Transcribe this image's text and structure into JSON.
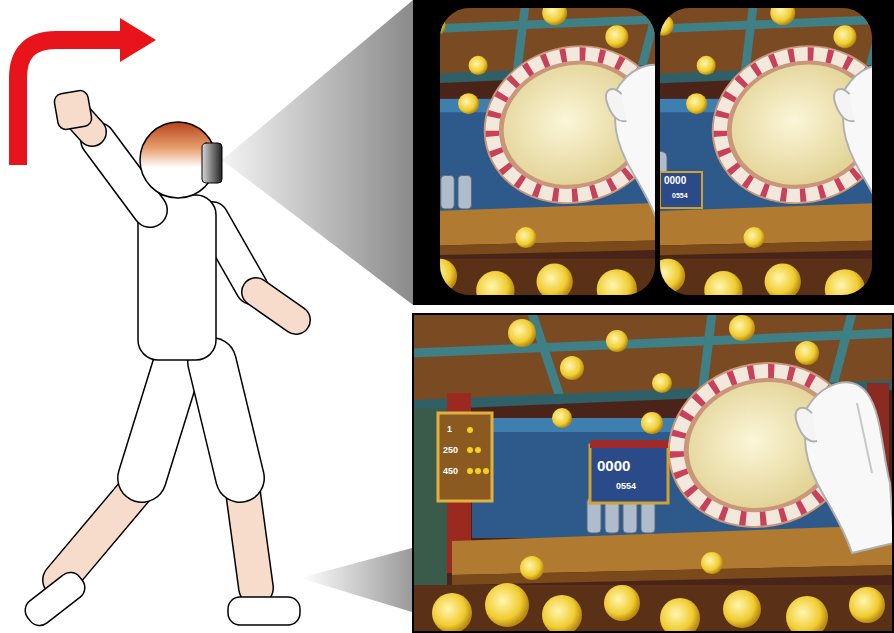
{
  "diagram": {
    "labels": [
      "0000",
      "0554",
      "1",
      "250",
      "450",
      "0000",
      "0554"
    ]
  }
}
